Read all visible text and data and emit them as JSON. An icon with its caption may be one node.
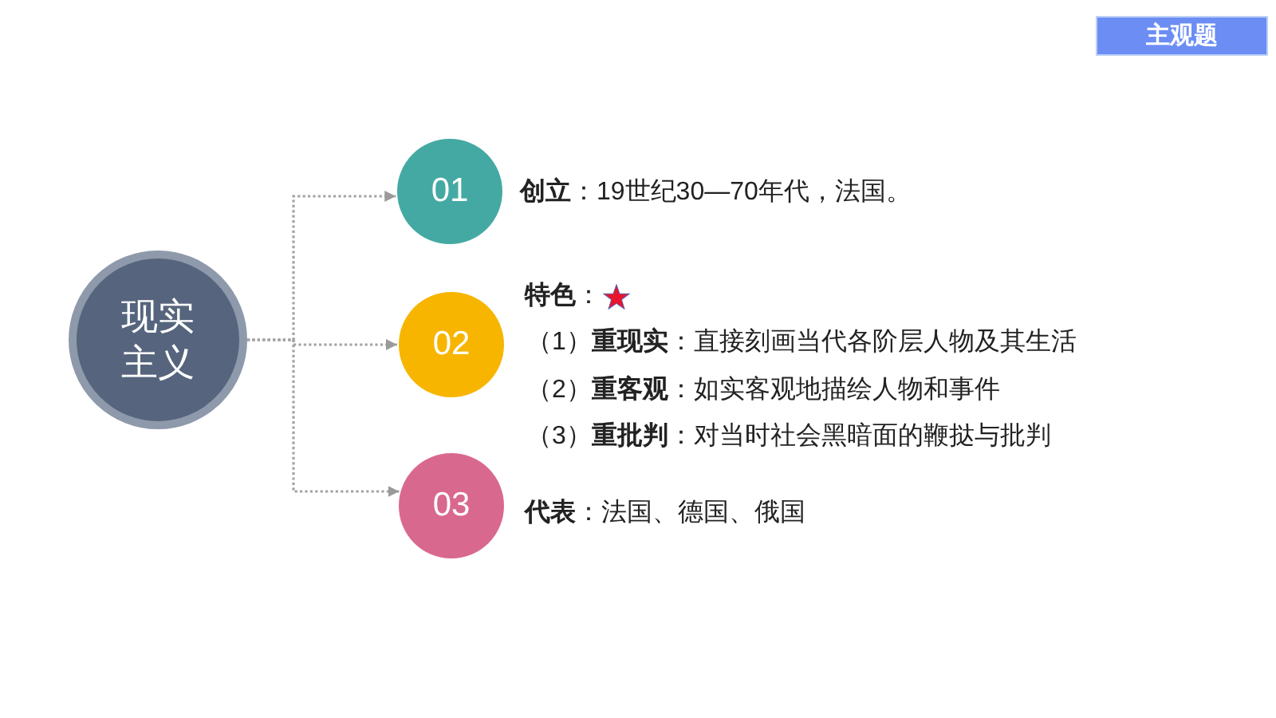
{
  "diagram": {
    "nodes": [
      {
        "text": [
          "主观题"
        ]
      },
      {
        "text": [
          "现实主义"
        ]
      },
      {
        "text": [
          "01"
        ],
        "beside": [
          "**创立**：19世纪30—70年代，法国。"
        ]
      },
      {
        "text": [
          "02"
        ],
        "beside": [
          "**特色**：",
          "（1）**重现实**：直接刻画当代各阶层人物及其生活",
          "（2）**重客观**：如实客观地描绘人物和事件",
          "（3）**重批判**：对当时社会黑暗面的鞭挞与批判"
        ]
      },
      {
        "text": [
          "03"
        ],
        "beside": [
          "**代表**：法国、德国、俄国"
        ]
      }
    ],
    "edges": [
      {
        "from": 1,
        "to": 2,
        "arrow": "to",
        "style": "dashed"
      },
      {
        "from": 1,
        "to": 3,
        "arrow": "to",
        "style": "dashed"
      },
      {
        "from": 1,
        "to": 4,
        "arrow": "to",
        "style": "dashed"
      }
    ]
  }
}
